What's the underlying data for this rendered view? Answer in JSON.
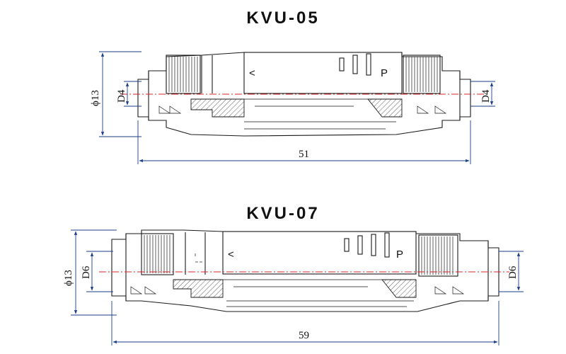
{
  "drawings": [
    {
      "title": "KVU-05",
      "length_label": "51",
      "diameter_label": "ϕ13",
      "port_left_label": "D4",
      "port_right_label": "D4",
      "arrow_symbol": "<",
      "letter_symbol": "P"
    },
    {
      "title": "KVU-07",
      "length_label": "59",
      "diameter_label": "ϕ13",
      "port_left_label": "D6",
      "port_right_label": "D6",
      "arrow_symbol": "<",
      "letter_symbol": "P"
    }
  ],
  "colors": {
    "centerline": "#d8232a",
    "dimension": "#1a3e8a",
    "outline": "#1a1a1a"
  }
}
